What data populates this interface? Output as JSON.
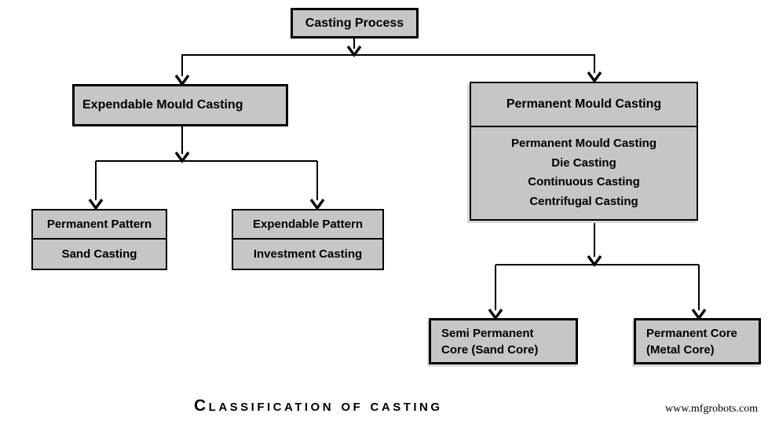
{
  "page": {
    "caption": "Classification of casting",
    "watermark": "www.mfgrobots.com"
  },
  "colors": {
    "background": "#ffffff",
    "box_fill": "#c6c6c6",
    "box_border": "#000000",
    "connector_line": "#000000",
    "text": "#000000"
  },
  "chart_data": {
    "type": "flowchart",
    "root": {
      "label": "Casting Process"
    },
    "expendable_branch": {
      "header": "Expendable Mould Casting",
      "children": [
        {
          "header": "Permanent Pattern",
          "body": "Sand Casting"
        },
        {
          "header": "Expendable Pattern",
          "body": "Investment Casting"
        }
      ]
    },
    "permanent_branch": {
      "header": "Permanent Mould Casting",
      "types": [
        "Permanent Mould Casting",
        "Die Casting",
        "Continuous Casting",
        "Centrifugal Casting"
      ],
      "children": [
        {
          "lines": [
            "Semi Permanent",
            "Core (Sand Core)"
          ]
        },
        {
          "lines": [
            "Permanent Core",
            "(Metal Core)"
          ]
        }
      ]
    }
  }
}
